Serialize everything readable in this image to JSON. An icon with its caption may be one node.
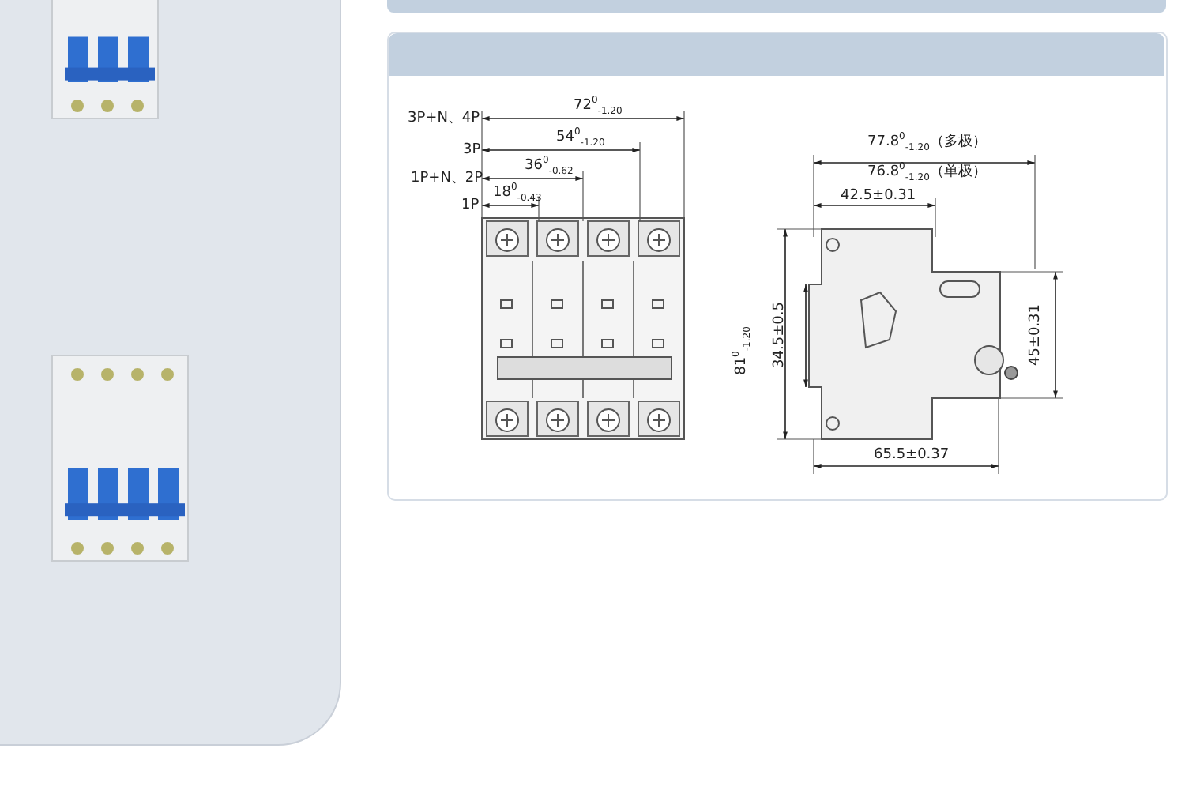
{
  "diagram": {
    "labels": [
      "3P+N、4P",
      "72$^{0}$$_{-1.20}$",
      "3P",
      "54$^{0}$$_{-1.20}$",
      "1P+N、2P",
      "36$^{0}$$_{-0.62}$",
      "1P",
      "18$^{0}$$_{-0.43}$",
      "77.8$^{0}$$_{-1.20}$（多极）",
      "76.8$^{0}$$_{-1.20}$（单极）",
      "42.5±0.31",
      "81$^{0}$$_{-1.20}$",
      "34.5±0.5",
      "45±0.31",
      "65.5±0.37"
    ]
  }
}
